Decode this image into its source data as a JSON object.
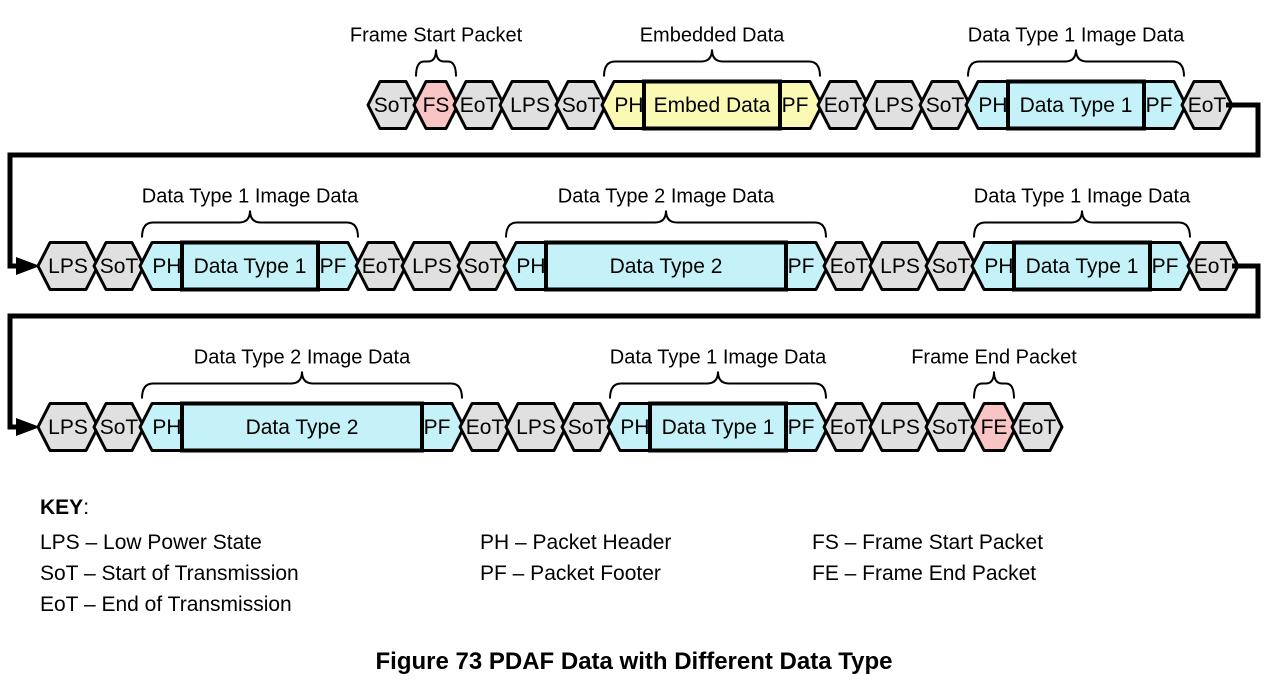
{
  "figure": {
    "caption": "Figure 73 PDAF Data with Different Data Type"
  },
  "palette": {
    "control": "#e0e0e0",
    "frame": "#f9c4c4",
    "embedded": "#fafab4",
    "image": "#c4f2f8",
    "stroke": "#000000"
  },
  "diagram": {
    "rows": [
      {
        "segments": [
          {
            "kind": "chev",
            "label": "SoT",
            "fill": "control"
          },
          {
            "kind": "chev",
            "label": "FS",
            "fill": "frame"
          },
          {
            "kind": "chev",
            "label": "EoT",
            "fill": "control"
          },
          {
            "kind": "chev",
            "label": "LPS",
            "fill": "control"
          },
          {
            "kind": "chev",
            "label": "SoT",
            "fill": "control"
          },
          {
            "kind": "packet",
            "name": "embedded-data-packet",
            "ph": "PH",
            "body": "Embed Data",
            "pf": "PF",
            "fill": "embedded",
            "size": "normal"
          },
          {
            "kind": "chev",
            "label": "EoT",
            "fill": "control"
          },
          {
            "kind": "chev",
            "label": "LPS",
            "fill": "control"
          },
          {
            "kind": "chev",
            "label": "SoT",
            "fill": "control"
          },
          {
            "kind": "packet",
            "name": "data-type-1-packet",
            "ph": "PH",
            "body": "Data Type 1",
            "pf": "PF",
            "fill": "image",
            "size": "normal"
          },
          {
            "kind": "chev",
            "label": "EoT",
            "fill": "control"
          }
        ],
        "braces": [
          {
            "label": "Frame Start Packet",
            "seg": 1
          },
          {
            "label": "Embedded Data",
            "seg": 5
          },
          {
            "label": "Data Type 1 Image Data",
            "seg": 9
          }
        ]
      },
      {
        "segments": [
          {
            "kind": "chev",
            "label": "LPS",
            "fill": "control"
          },
          {
            "kind": "chev",
            "label": "SoT",
            "fill": "control"
          },
          {
            "kind": "packet",
            "name": "data-type-1-packet",
            "ph": "PH",
            "body": "Data Type 1",
            "pf": "PF",
            "fill": "image",
            "size": "normal"
          },
          {
            "kind": "chev",
            "label": "EoT",
            "fill": "control"
          },
          {
            "kind": "chev",
            "label": "LPS",
            "fill": "control"
          },
          {
            "kind": "chev",
            "label": "SoT",
            "fill": "control"
          },
          {
            "kind": "packet",
            "name": "data-type-2-packet",
            "ph": "PH",
            "body": "Data Type 2",
            "pf": "PF",
            "fill": "image",
            "size": "wide"
          },
          {
            "kind": "chev",
            "label": "EoT",
            "fill": "control"
          },
          {
            "kind": "chev",
            "label": "LPS",
            "fill": "control"
          },
          {
            "kind": "chev",
            "label": "SoT",
            "fill": "control"
          },
          {
            "kind": "packet",
            "name": "data-type-1-packet",
            "ph": "PH",
            "body": "Data Type 1",
            "pf": "PF",
            "fill": "image",
            "size": "normal"
          },
          {
            "kind": "chev",
            "label": "EoT",
            "fill": "control"
          }
        ],
        "braces": [
          {
            "label": "Data Type 1 Image Data",
            "seg": 2
          },
          {
            "label": "Data Type 2 Image Data",
            "seg": 6
          },
          {
            "label": "Data Type 1 Image Data",
            "seg": 10
          }
        ]
      },
      {
        "segments": [
          {
            "kind": "chev",
            "label": "LPS",
            "fill": "control"
          },
          {
            "kind": "chev",
            "label": "SoT",
            "fill": "control"
          },
          {
            "kind": "packet",
            "name": "data-type-2-packet",
            "ph": "PH",
            "body": "Data Type 2",
            "pf": "PF",
            "fill": "image",
            "size": "wide"
          },
          {
            "kind": "chev",
            "label": "EoT",
            "fill": "control"
          },
          {
            "kind": "chev",
            "label": "LPS",
            "fill": "control"
          },
          {
            "kind": "chev",
            "label": "SoT",
            "fill": "control"
          },
          {
            "kind": "packet",
            "name": "data-type-1-packet",
            "ph": "PH",
            "body": "Data Type 1",
            "pf": "PF",
            "fill": "image",
            "size": "normal"
          },
          {
            "kind": "chev",
            "label": "EoT",
            "fill": "control"
          },
          {
            "kind": "chev",
            "label": "LPS",
            "fill": "control"
          },
          {
            "kind": "chev",
            "label": "SoT",
            "fill": "control"
          },
          {
            "kind": "chev",
            "label": "FE",
            "fill": "frame"
          },
          {
            "kind": "chev",
            "label": "EoT",
            "fill": "control"
          }
        ],
        "braces": [
          {
            "label": "Data Type 2 Image Data",
            "seg": 2
          },
          {
            "label": "Data Type 1 Image Data",
            "seg": 6
          },
          {
            "label": "Frame End Packet",
            "seg": 10
          }
        ]
      }
    ]
  },
  "key": {
    "title": "KEY",
    "colon": ":",
    "columns": [
      {
        "entries": [
          "LPS – Low Power State",
          "SoT – Start of Transmission",
          "EoT – End of Transmission"
        ]
      },
      {
        "entries": [
          "PH – Packet Header",
          "PF – Packet Footer"
        ]
      },
      {
        "entries": [
          "FS – Frame Start Packet",
          "FE – Frame End Packet"
        ]
      }
    ]
  }
}
